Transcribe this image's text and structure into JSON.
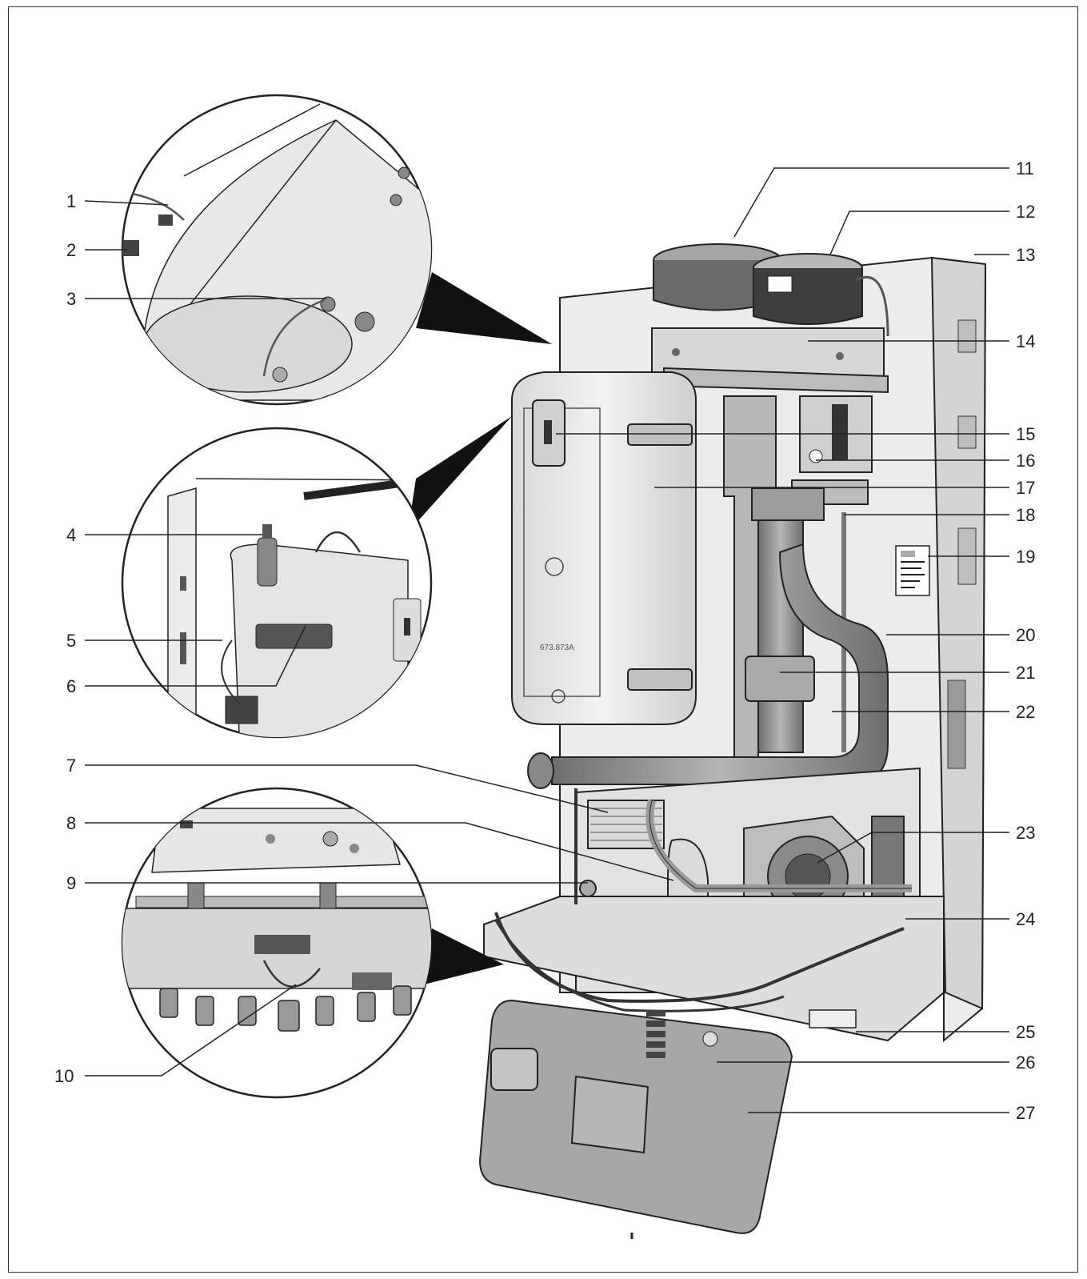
{
  "figure_code": "673.873A",
  "callouts": [
    "1",
    "2",
    "3",
    "4",
    "5",
    "6",
    "7",
    "8",
    "9",
    "10",
    "11",
    "12",
    "13",
    "14",
    "15",
    "16",
    "17",
    "18",
    "19",
    "20",
    "21",
    "22",
    "23",
    "24",
    "25",
    "26",
    "27"
  ],
  "colors": {
    "line": "#222222",
    "panel": "#ececec",
    "metal": "#c9c9c9",
    "dark": "#5a5a5a",
    "pipe": "#8a8a8a"
  }
}
